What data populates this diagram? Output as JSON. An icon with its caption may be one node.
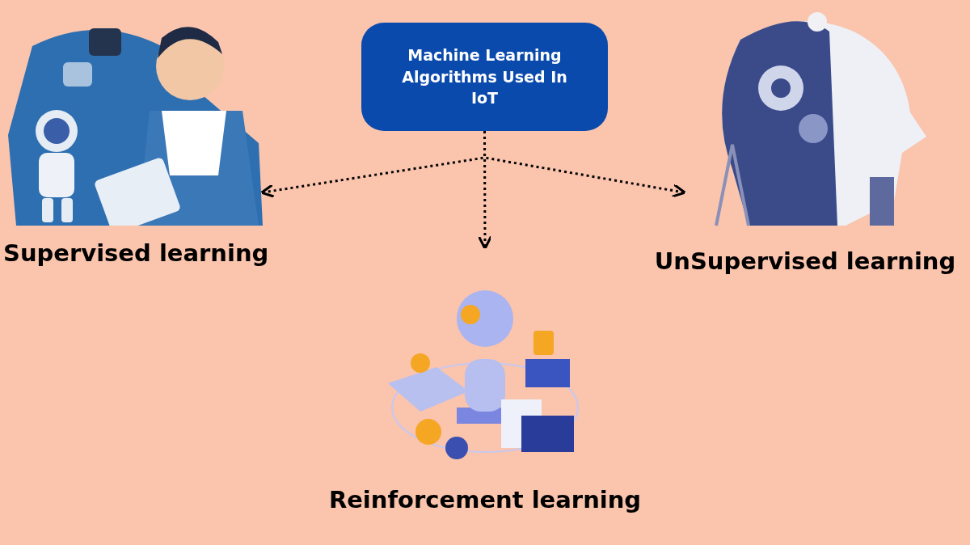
{
  "diagram": {
    "nodes": [
      {
        "text": [
          "Machine Learning Algorithms Used In IoT"
        ]
      },
      {
        "text": [
          "Supervised learning"
        ]
      },
      {
        "text": [
          "Reinforcement learning"
        ]
      },
      {
        "text": [
          "UnSupervised learning"
        ]
      }
    ],
    "edges": [
      {
        "from": 0,
        "to": 1,
        "arrow": "to",
        "style": "dashed"
      },
      {
        "from": 0,
        "to": 2,
        "arrow": "to",
        "style": "dashed"
      },
      {
        "from": 0,
        "to": 3,
        "arrow": "to",
        "style": "dashed"
      }
    ]
  }
}
